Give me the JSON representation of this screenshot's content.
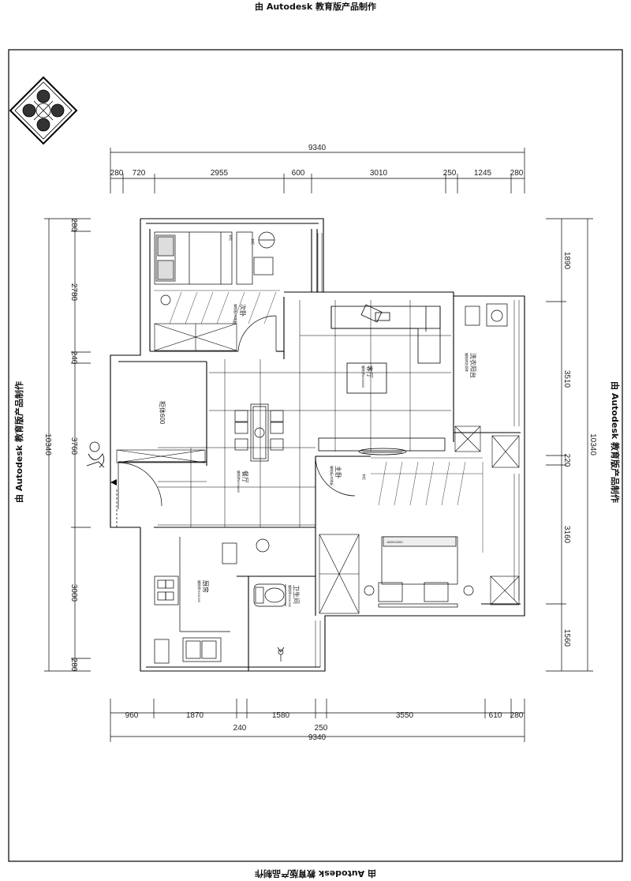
{
  "watermark": {
    "top": "由 Autodesk 教育版产品制作",
    "bottom": "由 Autodesk 教育版产品制作",
    "left": "由 Autodesk 教育版产品制作",
    "right": "由 Autodesk 教育版产品制作"
  },
  "dimensions": {
    "top_total": "9340",
    "top_segments": [
      "280",
      "720",
      "2955",
      "600",
      "3010",
      "250",
      "1245",
      "280"
    ],
    "bottom_row1": [
      "960",
      "1870",
      "1580",
      "3550",
      "610",
      "280"
    ],
    "bottom_row2": [
      "240",
      "250"
    ],
    "bottom_total": "9340",
    "left_segments": [
      "280",
      "2780",
      "240",
      "3760",
      "3000",
      "280"
    ],
    "left_total": "10340",
    "right_segments": [
      "1890",
      "3510",
      "220",
      "3160",
      "1560"
    ],
    "right_total": "10340"
  },
  "rooms": {
    "second_bedroom": "次卧",
    "living_room": "客厅",
    "laundry_balcony": "洗衣阳台",
    "dining_room": "餐厅",
    "master_bedroom": "主卧",
    "kitchen": "厨房",
    "bathroom": "卫生间",
    "cabinet_note": "柜体600"
  },
  "room_notes": {
    "second_bedroom": "铺地板/木地板",
    "living_room": "铺地砖800X800",
    "laundry_balcony": "铺地砖防滑砖",
    "dining_room": "铺地砖800X800",
    "master_bedroom": "铺地板/木地板",
    "kitchen": "铺地砖300X300",
    "bathroom": "铺地砖300X300"
  },
  "furniture_labels": {
    "wardrobe_a": "衣柜",
    "wardrobe_b": "衣柜",
    "bed_label": "1800X2000",
    "closet": "衣柜"
  }
}
